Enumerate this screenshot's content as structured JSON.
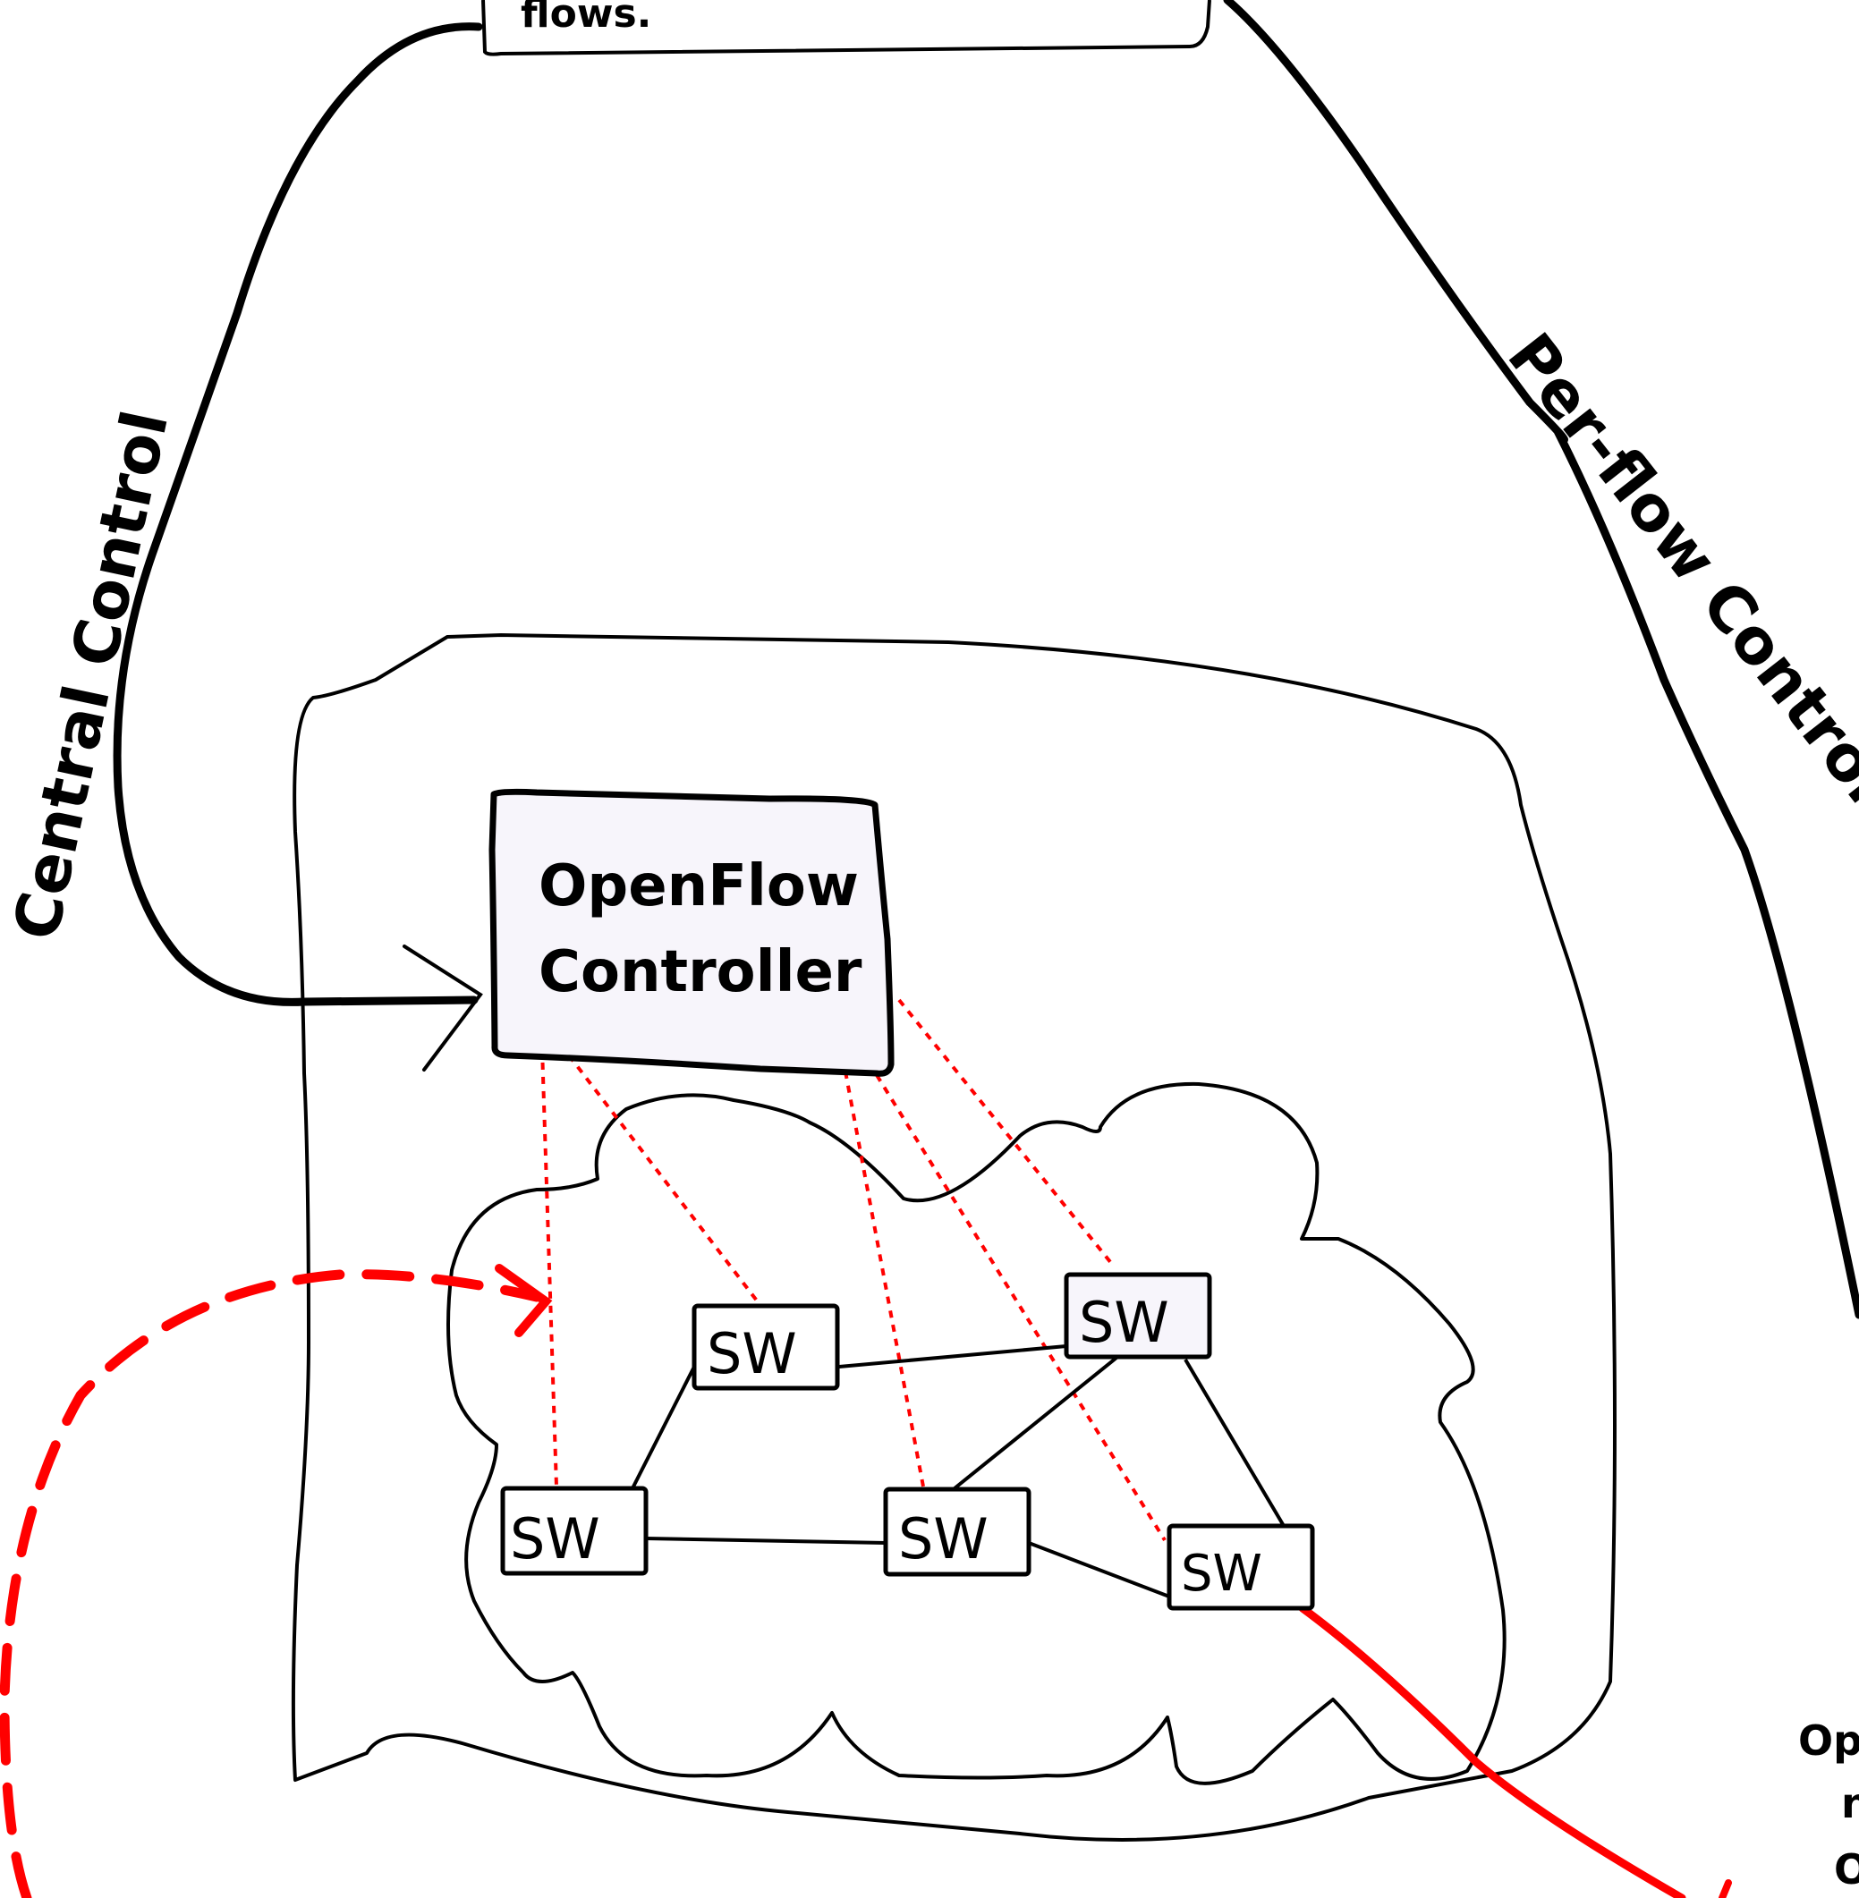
{
  "top_note": {
    "visible_text": "flows."
  },
  "labels": {
    "central_control": "Central Control",
    "per_flow_control": "Per-flow Control"
  },
  "controller": {
    "line1": "OpenFlow",
    "line2": "Controller"
  },
  "switches": [
    {
      "label": "SW"
    },
    {
      "label": "SW"
    },
    {
      "label": "SW"
    },
    {
      "label": "SW"
    },
    {
      "label": "SW"
    }
  ],
  "cropped_note": {
    "lines": [
      "Ope",
      "n",
      "O"
    ]
  },
  "colors": {
    "ink": "#000000",
    "accent_red": "#ff0000",
    "box_fill": "#f7f5fb"
  }
}
